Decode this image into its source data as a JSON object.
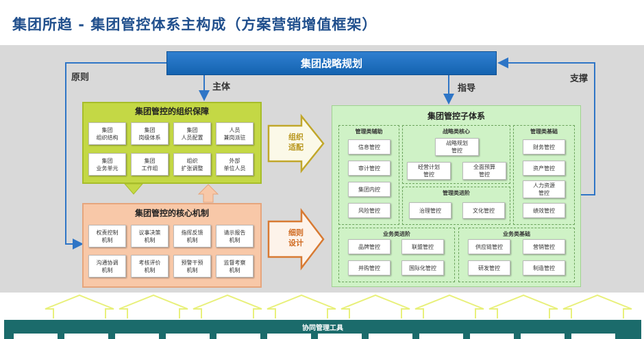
{
  "title": "集团所趋 - 集团管控体系主构成（方案营销增值框架）",
  "strategy": "集团战略规划",
  "labels": {
    "principle": "原则",
    "support": "支撑",
    "subject": "主体",
    "guide": "指导"
  },
  "arrows": {
    "org_fit": [
      "组织",
      "适配"
    ],
    "detail_design": [
      "细则",
      "设计"
    ]
  },
  "org": {
    "title": "集团管控的组织保障",
    "items": [
      [
        "集团",
        "组织结构"
      ],
      [
        "集团",
        "岗级体系"
      ],
      [
        "集团",
        "人员配置"
      ],
      [
        "人员",
        "兼岗派驻"
      ],
      [
        "集团",
        "业务单元"
      ],
      [
        "集团",
        "工作组"
      ],
      [
        "组织",
        "扩张调整"
      ],
      [
        "外部",
        "单位人员"
      ]
    ]
  },
  "core": {
    "title": "集团管控的核心机制",
    "items": [
      [
        "权责控制",
        "机制"
      ],
      [
        "议事决策",
        "机制"
      ],
      [
        "指挥反馈",
        "机制"
      ],
      [
        "请示报告",
        "机制"
      ],
      [
        "沟通协调",
        "机制"
      ],
      [
        "考核评价",
        "机制"
      ],
      [
        "预警干预",
        "机制"
      ],
      [
        "监督考察",
        "机制"
      ]
    ]
  },
  "subsystem": {
    "title": "集团管控子体系",
    "aux": {
      "title": "管理类辅助",
      "items": [
        "信息管控",
        "审计管控",
        "集团内控",
        "风险管控"
      ]
    },
    "strategic": {
      "title": "战略类核心",
      "items": [
        [
          "战略规划",
          "管控"
        ],
        [
          "经营计划",
          "管控"
        ],
        [
          "全面预算",
          "管控"
        ]
      ]
    },
    "mgmt_adv": {
      "title": "管理类进阶",
      "items": [
        "治理管控",
        "文化管控"
      ]
    },
    "mgmt_base": {
      "title": "管理类基础",
      "items": [
        [
          "财务管控"
        ],
        [
          "资产管控"
        ],
        [
          "人力资源",
          "管控"
        ],
        [
          "绩效管控"
        ]
      ]
    },
    "biz_adv": {
      "title": "业务类进阶",
      "items": [
        "品牌管控",
        "联盟管控",
        "并购管控",
        "国际化管控"
      ]
    },
    "biz_base": {
      "title": "业务类基础",
      "items": [
        "供应链管控",
        "营销管控",
        "研发管控",
        "制造管控"
      ]
    }
  },
  "bottom": "协同管理工具"
}
